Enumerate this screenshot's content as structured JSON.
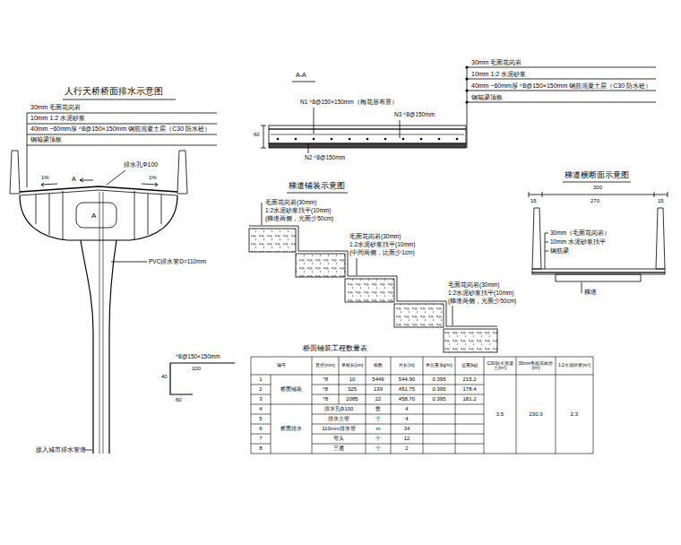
{
  "diagram": {
    "labels": [
      "人行天桥桥面排水示意图",
      "30mm 毛面花岗岩",
      "10mm 1:2 水泥砂浆",
      "40mm ~60mm厚 ^8@150×150mm 钢筋混凝土层（C30 防水砼）",
      "钢箱梁顶板",
      "排水孔Φ100",
      "1%",
      "1%",
      "A",
      "A",
      "PVC排水管D=110mm",
      "接入城市排水管道",
      "A-A",
      "N1 ^8@150×150mm（梅花形布置）",
      "N3 ^8@150mm",
      "N2 ^8@150mm",
      "60",
      "30mm 毛面花岗岩",
      "10mm 1:2 水泥砂浆",
      "40mm ~60mm厚 ^8@150×150mm 钢筋混凝土层（C30 防水砼）",
      "钢箱梁顶板",
      "梯道铺装示意图",
      "毛面花岗岩(30mm)",
      "1:2水泥砂浆找平(10mm)",
      "(梯道两侧，光面少50cm)",
      "毛面花岗岩(30mm)",
      "1:2水泥砂浆找平(10mm)",
      "(中间两侧，比面少1cm)",
      "毛面花岗岩(30mm)",
      "1:2水泥砂浆找平(10mm)",
      "(梯道两侧，光面少50cm)",
      "梯道横断面示意图",
      "300",
      "15",
      "270",
      "15",
      "30mm（毛面花岗岩）",
      "10mm 水泥砂浆找平",
      "钢筋梁",
      "梯道",
      "^8@150×150mm",
      "100",
      "40",
      "60",
      "桥面铺装工程数量表",
      "编号",
      "直径(mm)",
      "单根长(cm)",
      "根数",
      "共长(m)",
      "单位重(kg/m)",
      "总重(kg)",
      "C30防水混凝土(m³)",
      "30mm毛面花岗岩(m²)",
      "1:2水泥砂浆(m³)",
      "1",
      "2",
      "3",
      "4",
      "5",
      "6",
      "7",
      "8",
      "桥面铺装",
      "桥面排水",
      "^8",
      "10",
      "5449",
      "544.90",
      "0.395",
      "215.2",
      "^8",
      "325",
      "139",
      "451.75",
      "0.395",
      "178.4",
      "^8",
      "2085",
      "22",
      "458.70",
      "0.395",
      "181.2",
      "排水孔Φ100",
      "套",
      "4",
      "排水立管",
      "个",
      "4",
      "110mm排水管",
      "m",
      "34",
      "弯头",
      "个",
      "12",
      "三通",
      "个",
      "2",
      "3.5",
      "230.3",
      "2.3"
    ]
  }
}
